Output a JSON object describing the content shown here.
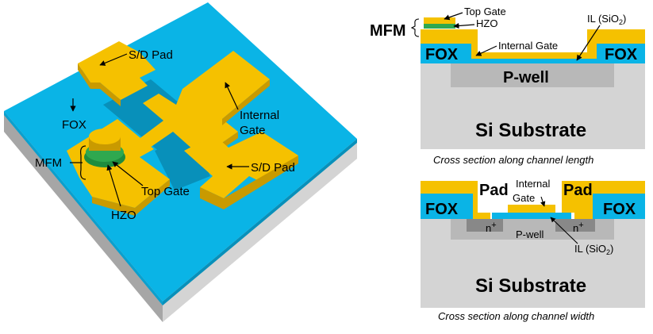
{
  "colors": {
    "gold": "#F5C100",
    "gold_dark": "#C99A00",
    "blue": "#0AB4E6",
    "blue_dark": "#0890BA",
    "substrate": "#D4D4D4",
    "substrate_dark": "#A6A6A6",
    "pwell": "#B8B8B8",
    "nplus": "#888888",
    "hzo": "#2FA84F"
  },
  "left_3d": {
    "labels": {
      "sd_pad_top": "S/D Pad",
      "fox": "FOX",
      "internal_gate": "Internal\nGate",
      "mfm": "MFM",
      "top_gate": "Top Gate",
      "sd_pad_right": "S/D Pad",
      "hzo": "HZO"
    }
  },
  "cross_length": {
    "labels": {
      "top_gate": "Top Gate",
      "hzo": "HZO",
      "mfm": "MFM",
      "internal_gate": "Internal Gate",
      "il_main": "IL (SiO",
      "il_sub": "2",
      "il_close": ")",
      "fox_left": "FOX",
      "fox_right": "FOX",
      "pwell": "P-well",
      "substrate": "Si Substrate"
    },
    "caption": "Cross section along channel length"
  },
  "cross_width": {
    "labels": {
      "pad_left": "Pad",
      "pad_right": "Pad",
      "internal_gate_1": "Internal",
      "internal_gate_2": "Gate",
      "fox_left": "FOX",
      "fox_right": "FOX",
      "nplus_left": "n",
      "nplus_right": "n",
      "plus": "+",
      "pwell": "P-well",
      "il_main": "IL (SiO",
      "il_sub": "2",
      "il_close": ")",
      "substrate": "Si Substrate"
    },
    "caption": "Cross section along channel width"
  }
}
